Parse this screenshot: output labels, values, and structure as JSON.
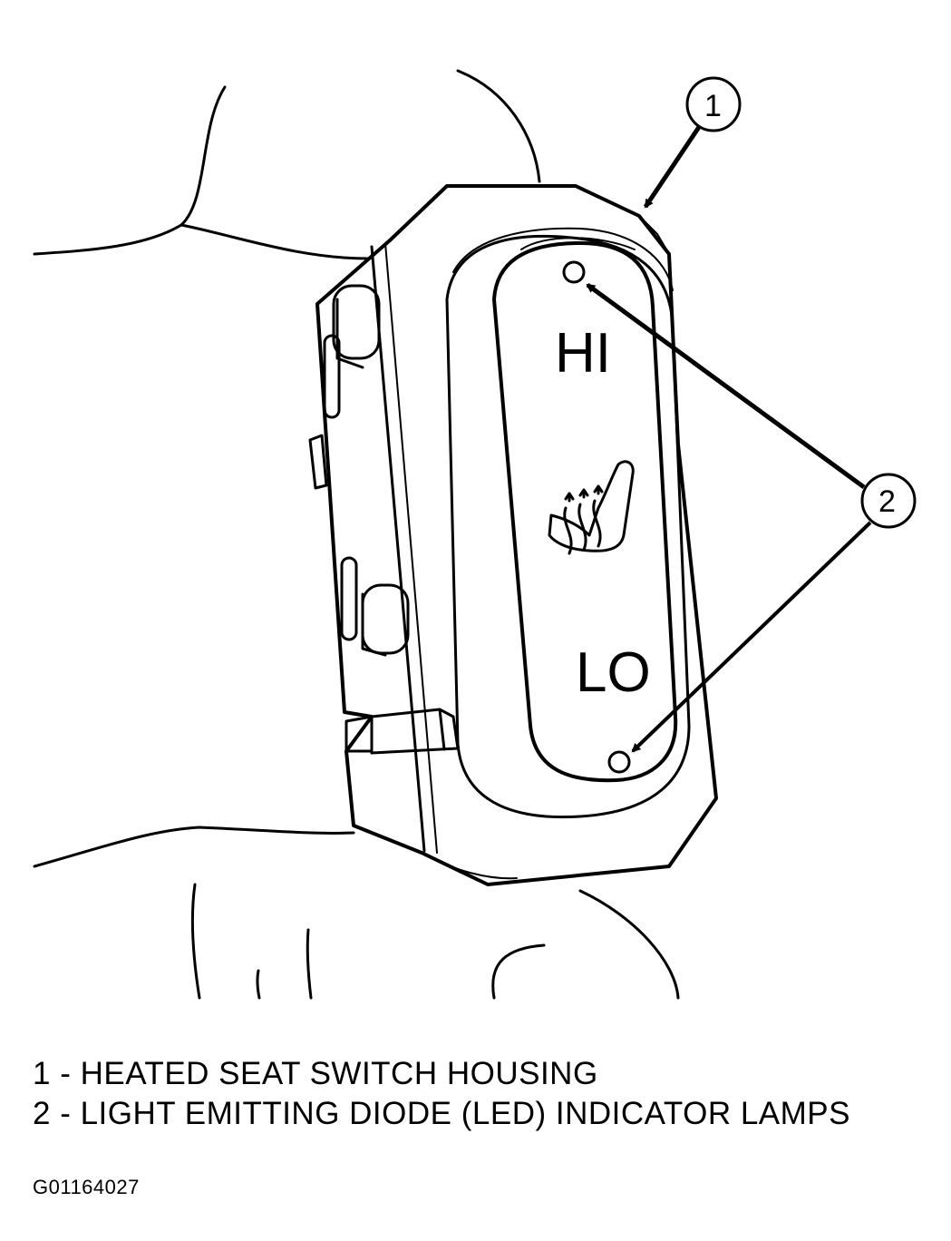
{
  "panel": {
    "hi_label": "HI",
    "lo_label": "LO"
  },
  "callouts": [
    {
      "number": "1"
    },
    {
      "number": "2"
    }
  ],
  "legend": [
    {
      "text": "1 - HEATED SEAT SWITCH HOUSING"
    },
    {
      "text": "2 - LIGHT EMITTING DIODE (LED) INDICATOR LAMPS"
    }
  ],
  "figure_id": "G01164027",
  "colors": {
    "line": "#000000",
    "background": "#ffffff"
  }
}
